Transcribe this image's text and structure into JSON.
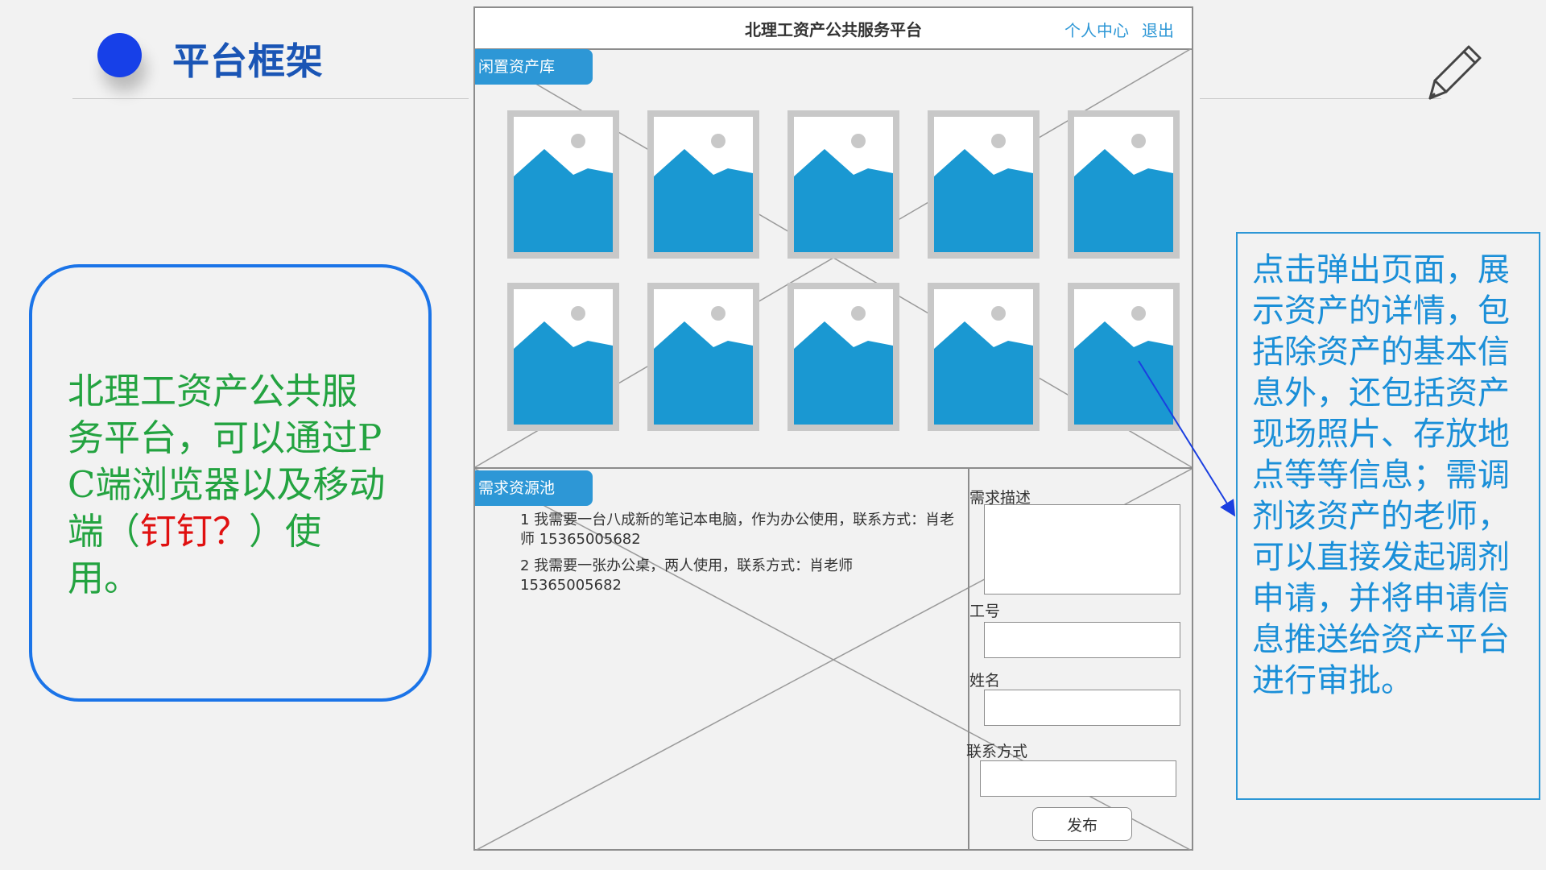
{
  "slide": {
    "title": "平台框架",
    "accent_color": "#1740e8",
    "title_color": "#1a55b5",
    "corner_icon": "pen-icon"
  },
  "left_note": {
    "lines_before": "北理工资产公共服务平台，可以通过PC端浏览器以及移动端（",
    "highlight": "钉钉？",
    "lines_after": "）使用。",
    "text_color": "#23a340",
    "highlight_color": "#e01010"
  },
  "right_note": {
    "text": "点击弹出页面，展示资产的详情，包括除资产的基本信息外，还包括资产现场照片、存放地点等等信息；需调剂该资产的老师，可以直接发起调剂申请，并将申请信息推送给资产平台进行审批。",
    "text_color": "#1a8fd8"
  },
  "wireframe": {
    "header": {
      "title": "北理工资产公共服务平台",
      "links": [
        "个人中心",
        "退出"
      ]
    },
    "idle_assets": {
      "tab_label": "闲置资产库",
      "image_icon": "image-placeholder-icon"
    },
    "demand_pool": {
      "tab_label": "需求资源池",
      "items": [
        "1 我需要一台八成新的笔记本电脑，作为办公使用，联系方式：肖老师 15365005682",
        "2 我需要一张办公桌，两人使用，联系方式：肖老师 15365005682"
      ]
    },
    "form": {
      "description_label": "需求描述",
      "staff_id_label": "工号",
      "name_label": "姓名",
      "contact_label": "联系方式",
      "submit_label": "发布"
    }
  }
}
